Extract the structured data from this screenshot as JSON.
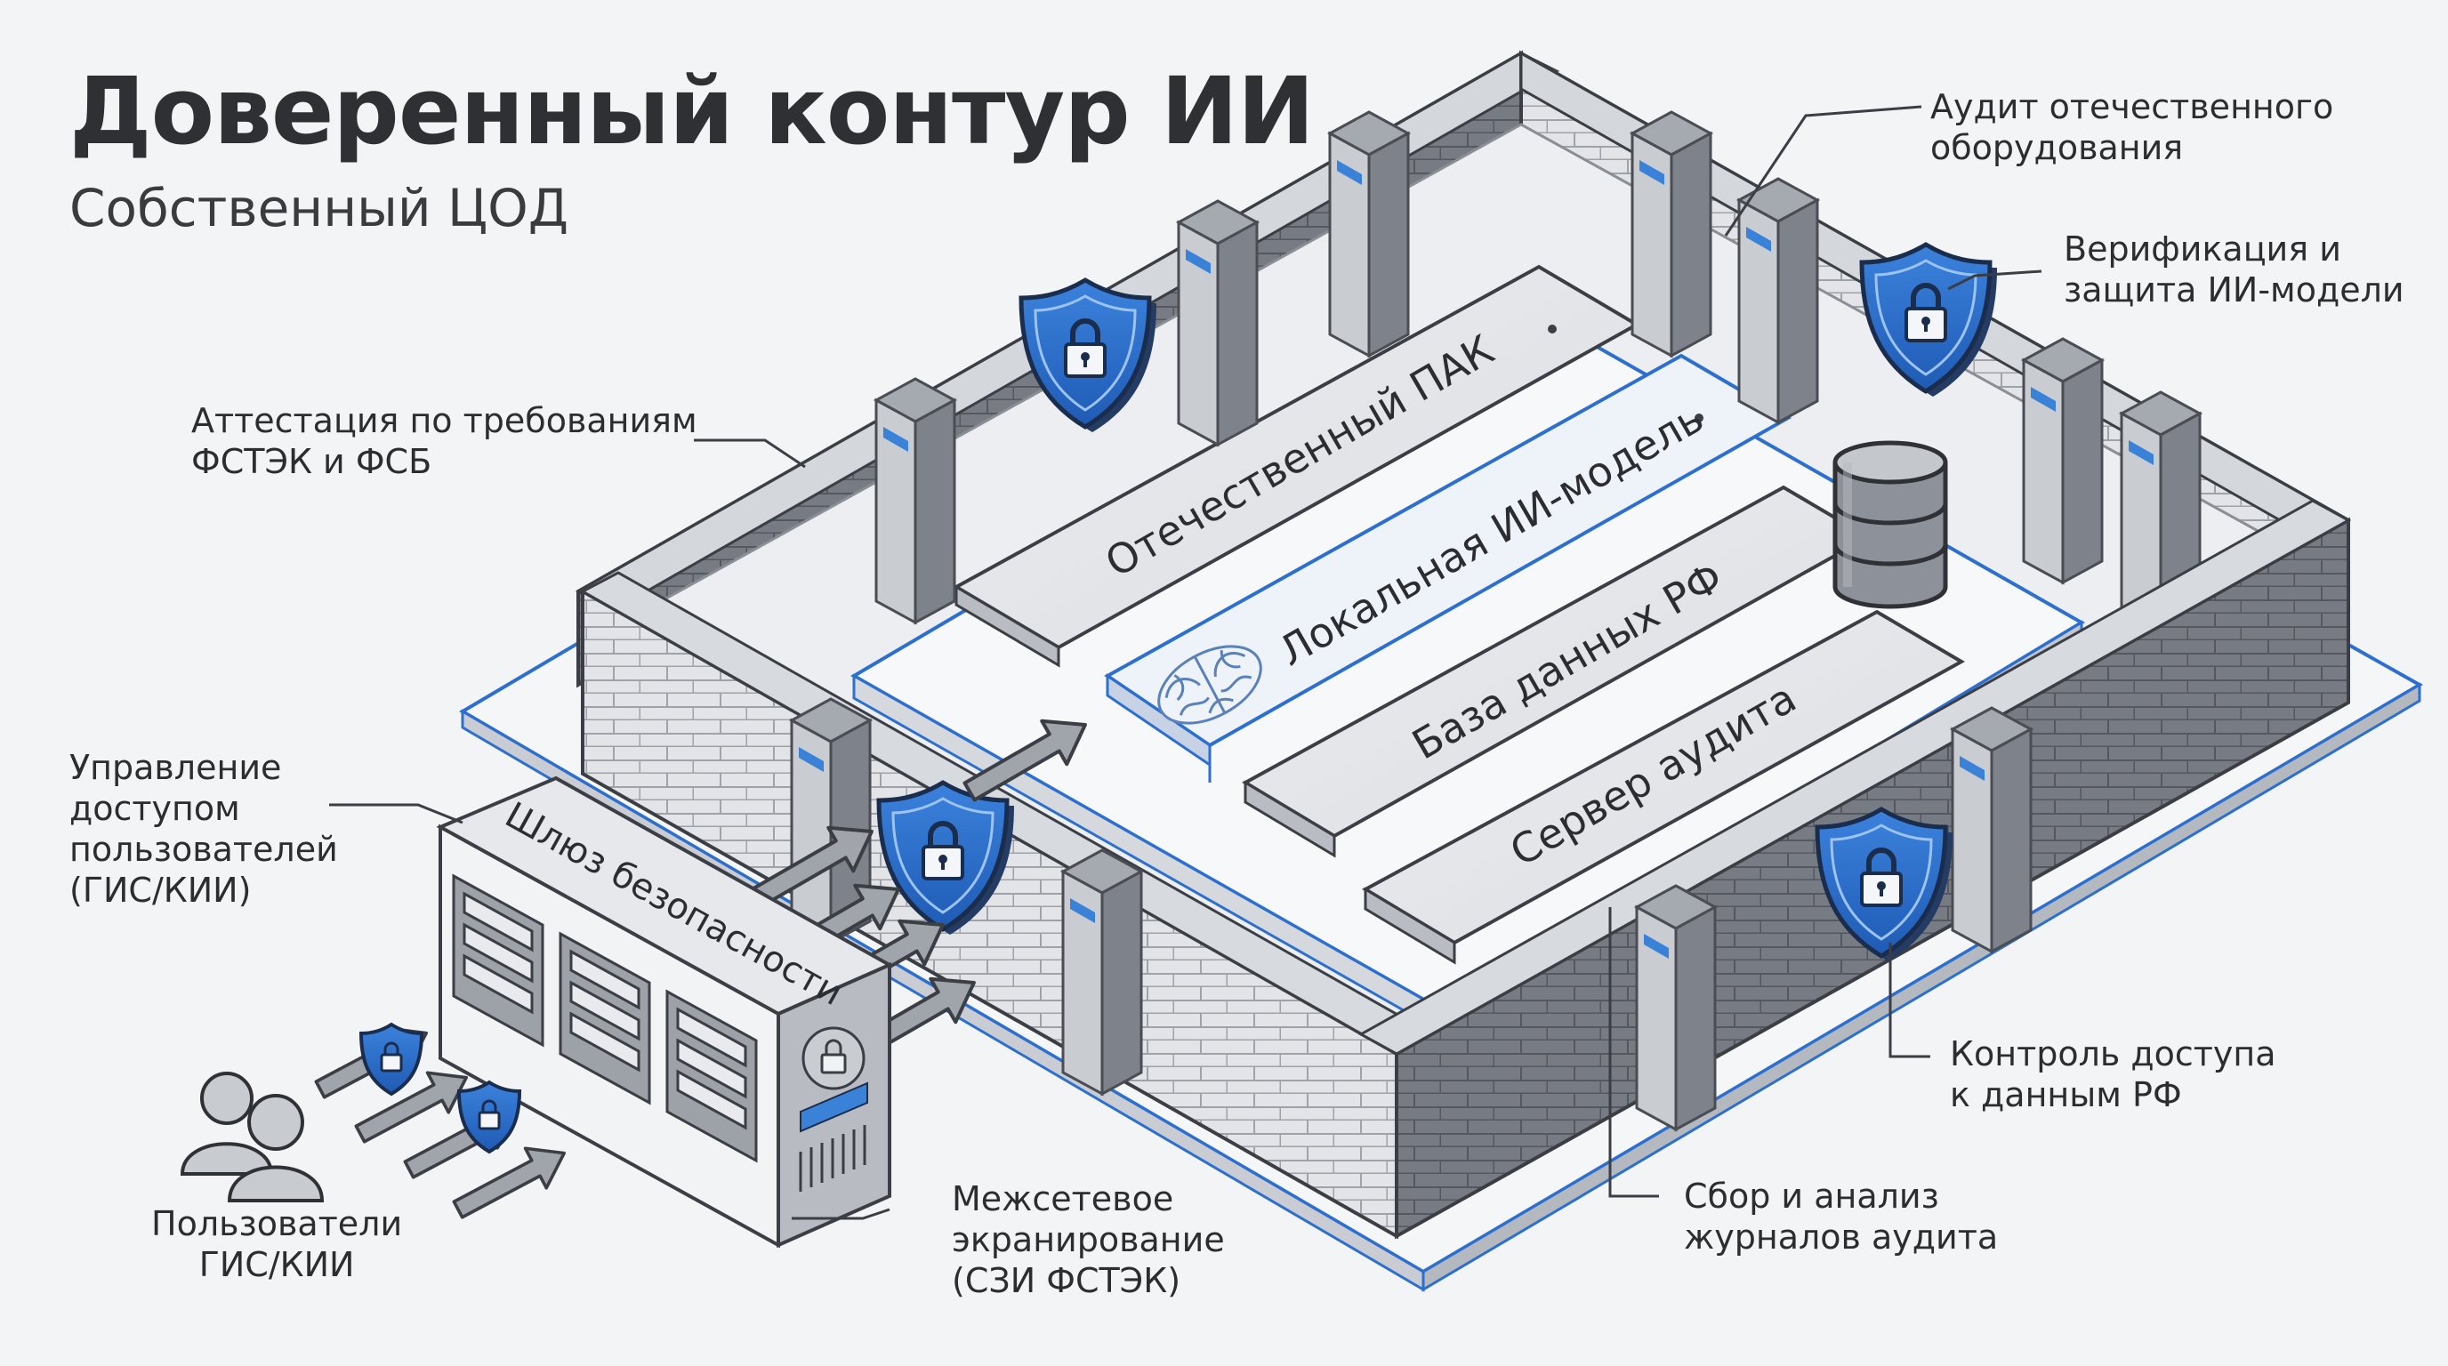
{
  "header": {
    "title": "Доверенный контур ИИ",
    "subtitle": "Собственный ЦОД"
  },
  "zones": {
    "pak": "Отечественный ПАК",
    "ai_model": "Локальная ИИ-модель",
    "database": "База данных РФ",
    "audit_server": "Сервер аудита",
    "gateway": "Шлюз безопасности"
  },
  "callouts": {
    "attestation": [
      "Аттестация по требованиям",
      "ФСТЭК и ФСБ"
    ],
    "hardware_audit": [
      "Аудит отечественного",
      "оборудования"
    ],
    "model_verification": [
      "Верификация и",
      "защита ИИ-модели"
    ],
    "access_management": [
      "Управление",
      "доступом",
      "пользователей",
      "(ГИС/КИИ)"
    ],
    "users": [
      "Пользователи",
      "ГИС/КИИ"
    ],
    "firewall": [
      "Межсетевое",
      "экранирование",
      "(СЗИ ФСТЭК)"
    ],
    "data_access": [
      "Контроль доступа",
      "к данным РФ"
    ],
    "audit_logs": [
      "Сбор и анализ",
      "журналов аудита"
    ]
  },
  "icons": [
    "shield-lock-icon",
    "brain-icon",
    "database-icon",
    "users-icon",
    "arrow-icon",
    "server-rack-icon"
  ],
  "colors": {
    "background": "#f3f4f6",
    "wall_light": "#dcdee2",
    "wall_dark": "#6f737a",
    "shield_blue": "#2d6fcf",
    "accent_blue": "#3a82d8",
    "text": "#2c2d30"
  }
}
